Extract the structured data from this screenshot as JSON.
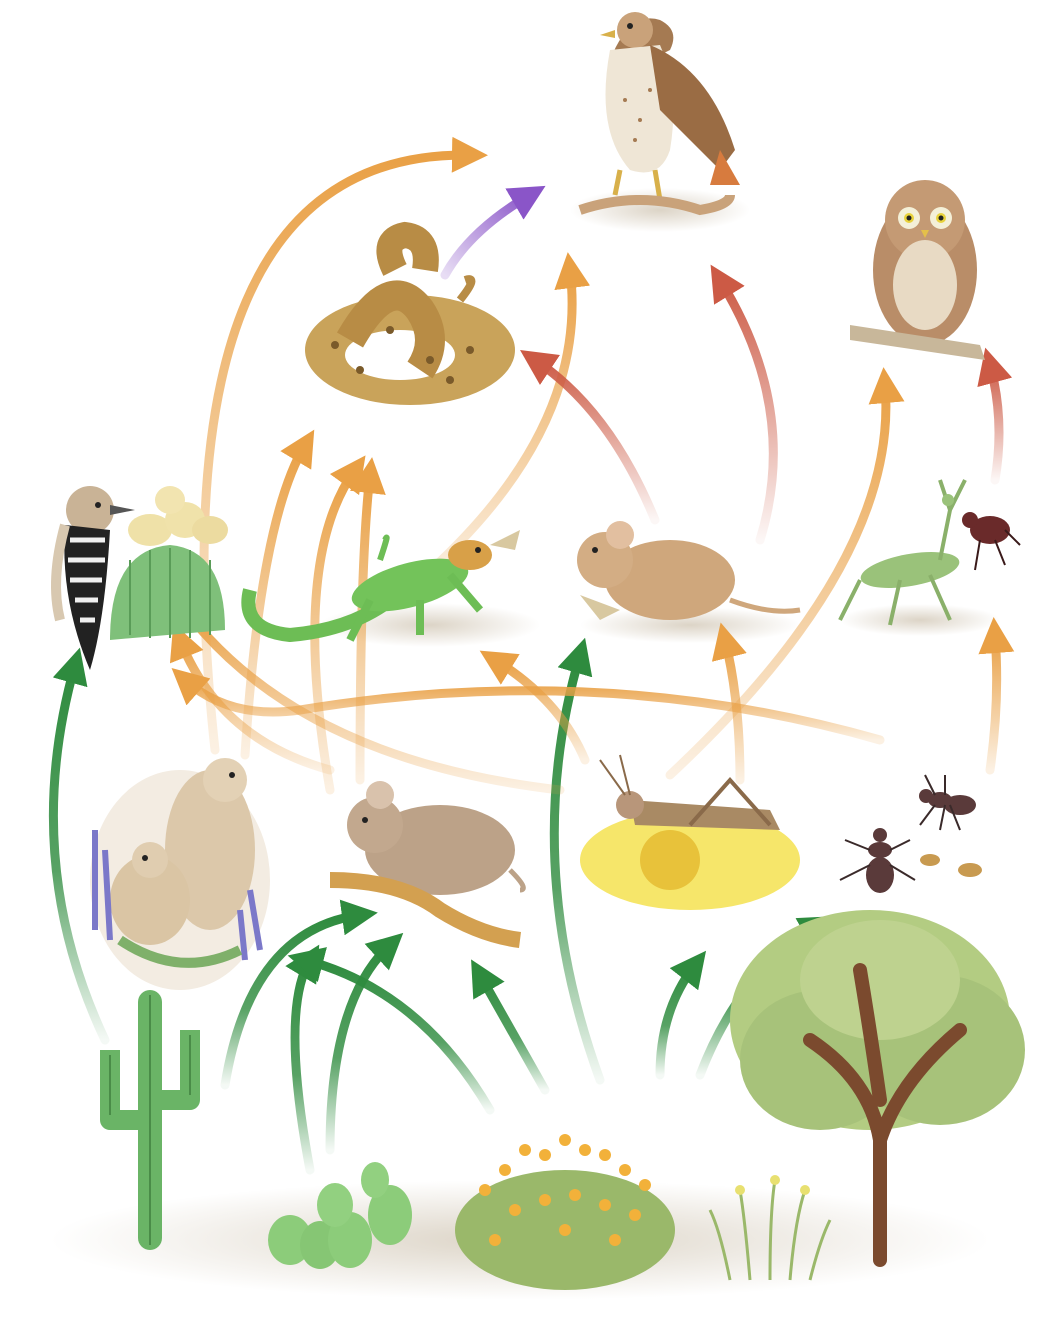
{
  "colors": {
    "producer_arrow": "#2e8b3e",
    "herbivore_arrow": "#e9a045",
    "carnivore_arrow": "#cc5a45",
    "snake_arrow": "#8a55c8",
    "ground": "#e8e0d2",
    "leaf_green": "#9fc27a",
    "cactus_green": "#6ab466",
    "flower_yellow": "#f2d23c",
    "bark": "#7b4a2e"
  },
  "organisms": [
    {
      "id": "hawk",
      "icon": "hawk-icon"
    },
    {
      "id": "owl",
      "icon": "owl-icon"
    },
    {
      "id": "rattlesnake",
      "icon": "rattlesnake-icon"
    },
    {
      "id": "woodpecker",
      "icon": "woodpecker-icon"
    },
    {
      "id": "cactus-flower",
      "icon": "cactus-flower-icon"
    },
    {
      "id": "lizard",
      "icon": "lizard-icon"
    },
    {
      "id": "mouse",
      "icon": "mouse-icon"
    },
    {
      "id": "mantis",
      "icon": "mantis-icon"
    },
    {
      "id": "ground-squirrels",
      "icon": "ground-squirrel-icon"
    },
    {
      "id": "kangaroo-rat",
      "icon": "kangaroo-rat-icon"
    },
    {
      "id": "grasshopper",
      "icon": "grasshopper-icon"
    },
    {
      "id": "ants",
      "icon": "ant-icon"
    },
    {
      "id": "saguaro",
      "icon": "saguaro-cactus-icon"
    },
    {
      "id": "prickly-pear",
      "icon": "prickly-pear-icon"
    },
    {
      "id": "brittlebush",
      "icon": "brittlebush-icon"
    },
    {
      "id": "grass",
      "icon": "grass-icon"
    },
    {
      "id": "mesquite",
      "icon": "mesquite-tree-icon"
    }
  ],
  "links": [
    {
      "from": "saguaro",
      "to": "woodpecker",
      "kind": "producer"
    },
    {
      "from": "saguaro",
      "to": "kangaroo-rat",
      "kind": "producer"
    },
    {
      "from": "prickly-pear",
      "to": "kangaroo-rat",
      "kind": "producer"
    },
    {
      "from": "prickly-pear",
      "to": "kangaroo-rat",
      "kind": "producer"
    },
    {
      "from": "brittlebush",
      "to": "kangaroo-rat",
      "kind": "producer"
    },
    {
      "from": "brittlebush",
      "to": "kangaroo-rat",
      "kind": "producer"
    },
    {
      "from": "brittlebush",
      "to": "mouse",
      "kind": "producer"
    },
    {
      "from": "grass",
      "to": "grasshopper",
      "kind": "producer"
    },
    {
      "from": "mesquite",
      "to": "ants",
      "kind": "producer"
    },
    {
      "from": "ground-squirrels",
      "to": "hawk",
      "kind": "herbivore"
    },
    {
      "from": "ground-squirrels",
      "to": "rattlesnake",
      "kind": "herbivore"
    },
    {
      "from": "kangaroo-rat",
      "to": "rattlesnake",
      "kind": "herbivore"
    },
    {
      "from": "kangaroo-rat",
      "to": "woodpecker",
      "kind": "herbivore"
    },
    {
      "from": "grasshopper",
      "to": "woodpecker",
      "kind": "herbivore"
    },
    {
      "from": "grasshopper",
      "to": "lizard",
      "kind": "herbivore"
    },
    {
      "from": "grasshopper",
      "to": "mouse",
      "kind": "herbivore"
    },
    {
      "from": "grasshopper",
      "to": "owl",
      "kind": "herbivore"
    },
    {
      "from": "ants",
      "to": "woodpecker",
      "kind": "herbivore"
    },
    {
      "from": "ants",
      "to": "mantis",
      "kind": "herbivore"
    },
    {
      "from": "lizard",
      "to": "hawk",
      "kind": "herbivore"
    },
    {
      "from": "mouse",
      "to": "hawk",
      "kind": "carnivore"
    },
    {
      "from": "mouse",
      "to": "hawk",
      "kind": "carnivore"
    },
    {
      "from": "mantis",
      "to": "owl",
      "kind": "carnivore"
    },
    {
      "from": "rattlesnake",
      "to": "hawk",
      "kind": "snake"
    }
  ]
}
